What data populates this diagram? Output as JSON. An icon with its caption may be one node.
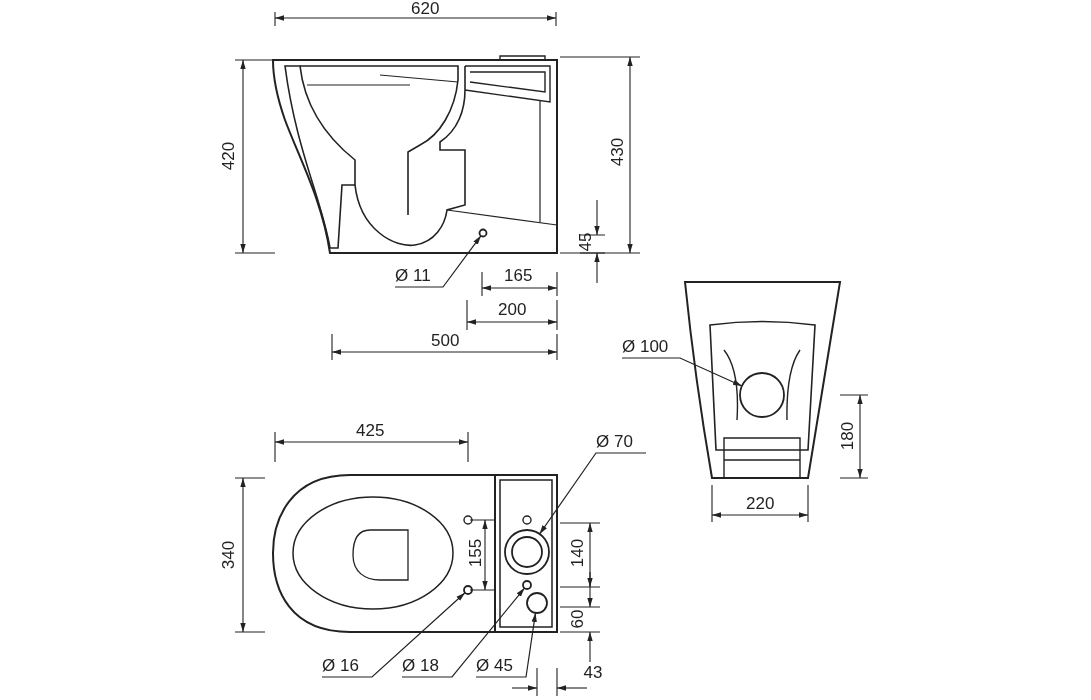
{
  "diagram": {
    "nodes": [
      {
        "text": [
          "Ø 11"
        ]
      },
      {
        "text": [],
        "shape": "circle"
      },
      {
        "text": [
          "Ø 100"
        ]
      },
      {
        "text": [],
        "shape": "circle"
      },
      {
        "text": [
          "Ø 70"
        ]
      },
      {
        "text": [],
        "shape": "circle"
      },
      {
        "text": [
          "Ø 16"
        ]
      },
      {
        "text": [],
        "shape": "circle"
      },
      {
        "text": [
          "Ø 18"
        ]
      },
      {
        "text": [],
        "shape": "circle"
      },
      {
        "text": [
          "Ø 45"
        ]
      },
      {
        "text": [],
        "shape": "circle"
      }
    ],
    "edges": [
      {
        "from": 0,
        "to": 1,
        "arrow": "to"
      },
      {
        "from": 2,
        "to": 3,
        "arrow": "to"
      },
      {
        "from": 4,
        "to": 5,
        "arrow": "to"
      },
      {
        "from": 6,
        "to": 7,
        "arrow": "to"
      },
      {
        "from": 8,
        "to": 9,
        "arrow": "to"
      },
      {
        "from": 10,
        "to": 11,
        "arrow": "to"
      }
    ],
    "labels": [
      "620",
      "420",
      "430",
      "45",
      "165",
      "200",
      "500",
      "180",
      "220",
      "425",
      "340",
      "155",
      "140",
      "60",
      "43"
    ]
  }
}
